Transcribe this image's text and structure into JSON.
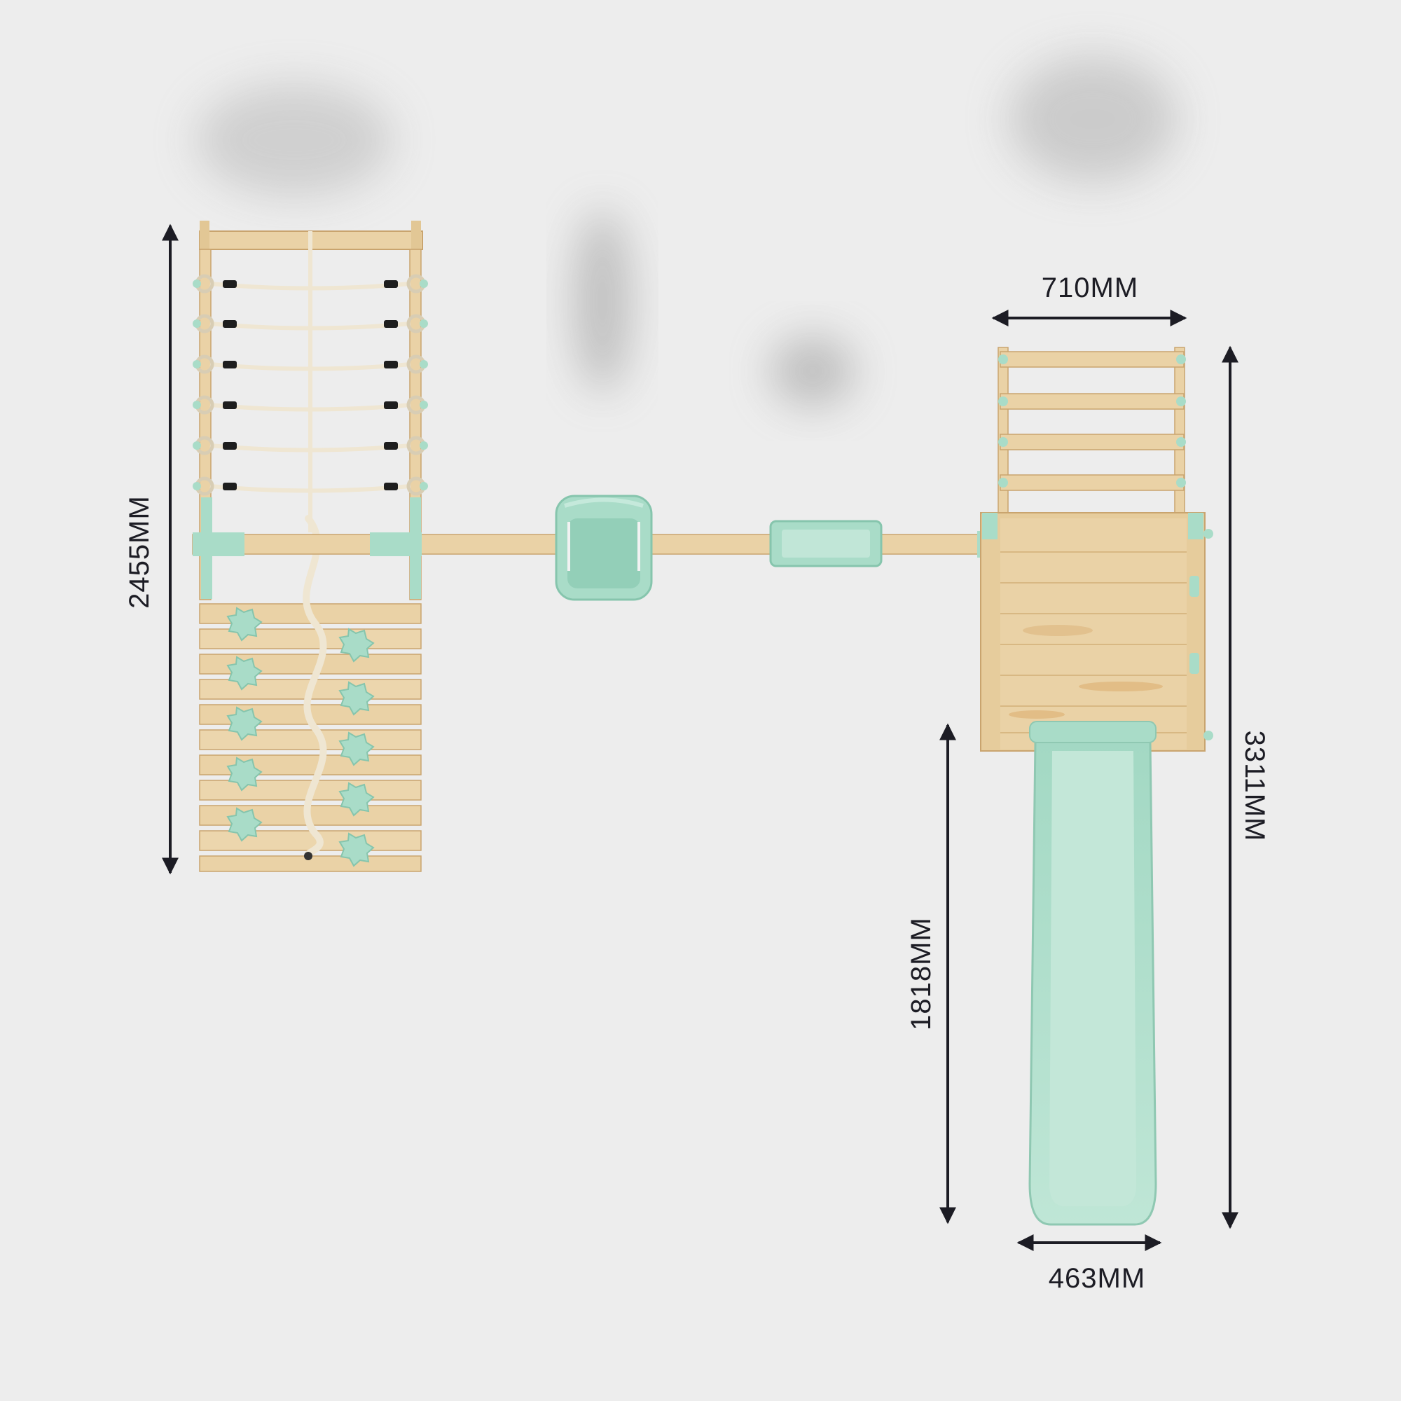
{
  "dimensions": {
    "climbing_frame_length": "2455MM",
    "platform_width": "710MM",
    "platform_length": "3311MM",
    "slide_length": "1818MM",
    "slide_width": "463MM"
  },
  "colors": {
    "background": "#ededed",
    "wood": "#ead2a6",
    "wood_dark": "#c9a46e",
    "mint": "#a9dcc8",
    "mint_dark": "#86c5ad",
    "arrow": "#1c1c24",
    "rope": "#efe6d2"
  }
}
